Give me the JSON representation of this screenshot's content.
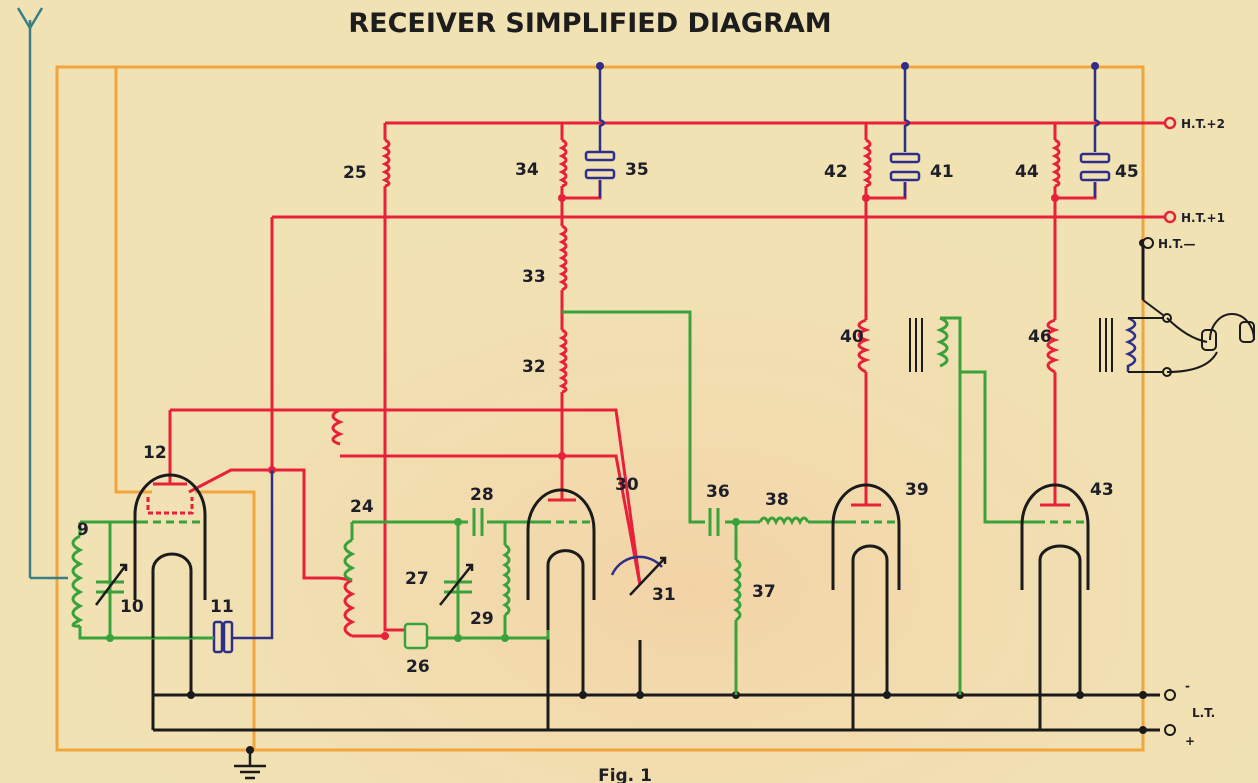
{
  "title": "RECEIVER SIMPLIFIED DIAGRAM",
  "footer": "Fig. 1",
  "terminals": {
    "ht_plus_2": "H.T.+2",
    "ht_plus_1": "H.T.+1",
    "ht_minus": "H.T.—",
    "lt_minus": "-",
    "lt": "L.T.",
    "lt_plus": "+"
  },
  "labels": {
    "c9": "9",
    "c10": "10",
    "c11": "11",
    "c12": "12",
    "c24": "24",
    "c25": "25",
    "c26": "26",
    "c27": "27",
    "c28": "28",
    "c29": "29",
    "c30": "30",
    "c31": "31",
    "c32": "32",
    "c33": "33",
    "c34": "34",
    "c35": "35",
    "c36": "36",
    "c37": "37",
    "c38": "38",
    "c39": "39",
    "c40": "40",
    "c41": "41",
    "c42": "42",
    "c43": "43",
    "c44": "44",
    "c45": "45",
    "c46": "46"
  },
  "colors": {
    "background": "#f1e2b4",
    "red": "#e8213a",
    "green": "#3aa23a",
    "orange": "#f2a53c",
    "blue": "#2f2f8a",
    "black": "#1b1b1b",
    "aerial": "#3a7f86"
  }
}
